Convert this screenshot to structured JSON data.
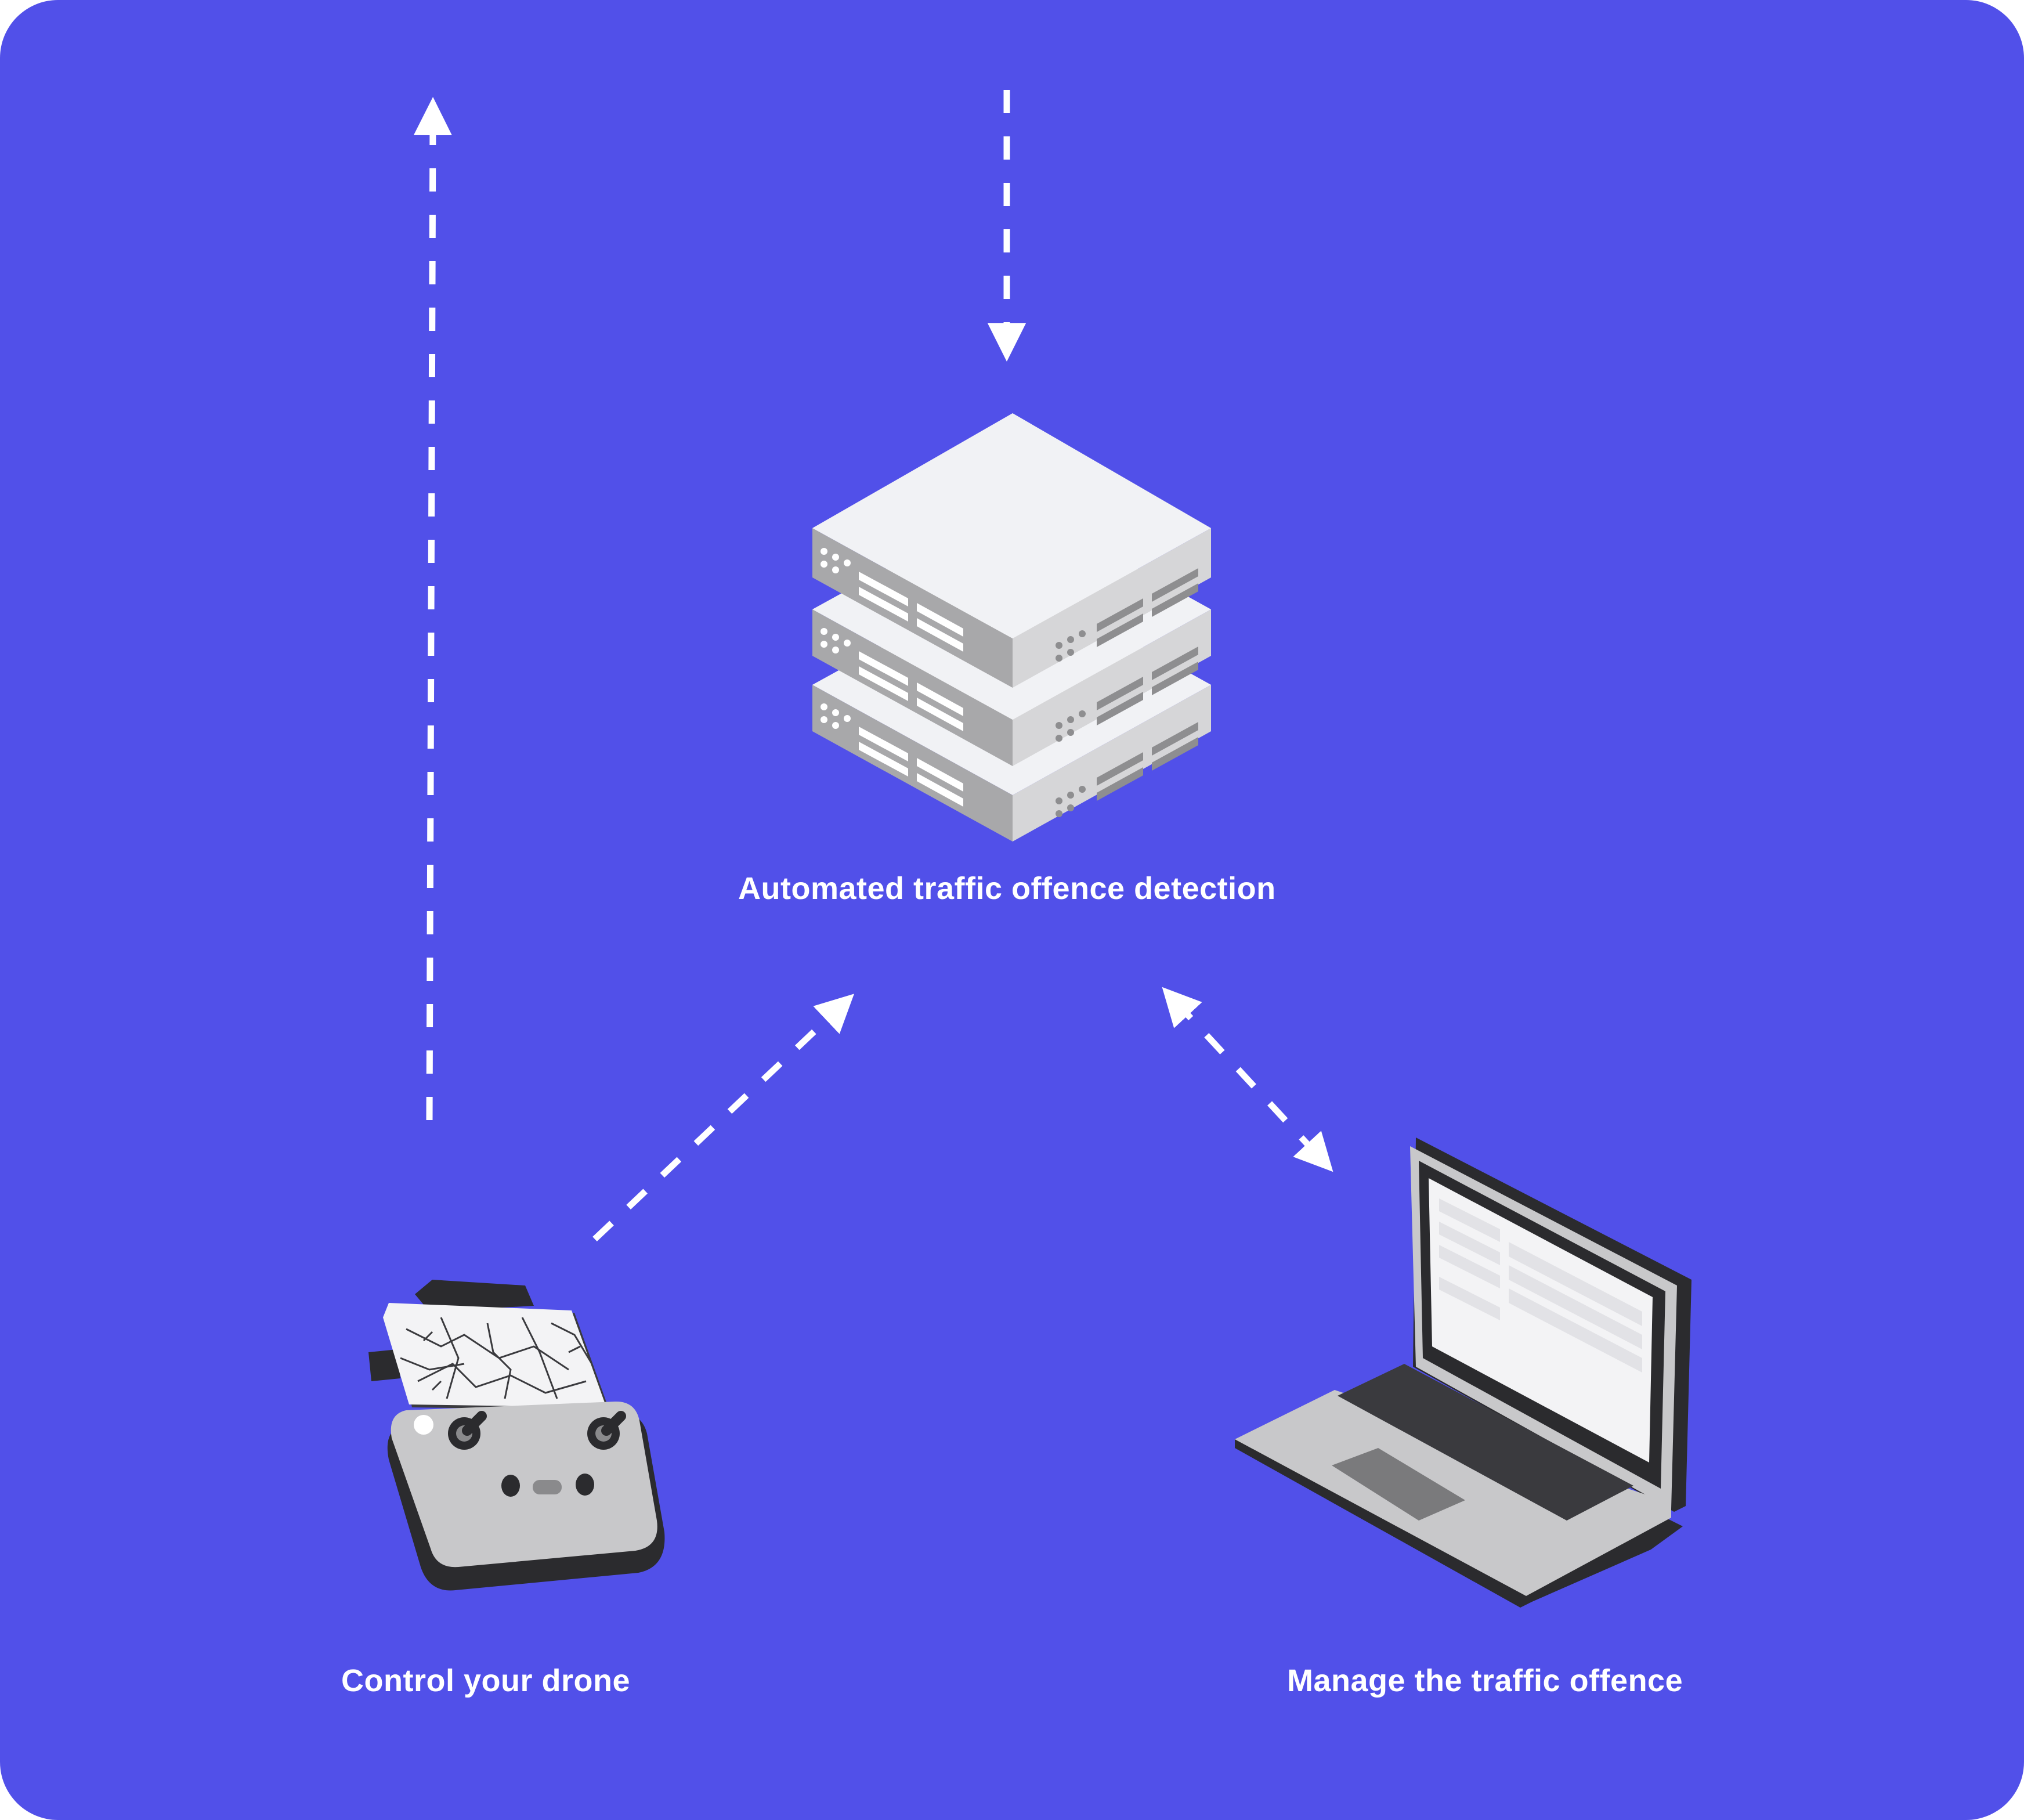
{
  "colors": {
    "background": "#5150E9",
    "arrow": "#FFFFFF",
    "label": "#FFFFFF",
    "server_light": "#F1F2F5",
    "server_mid": "#D2D2D4",
    "server_dark": "#A6A6A8",
    "device_dark": "#2B2B2E",
    "device_gray": "#C8C8CA"
  },
  "nodes": {
    "server": {
      "label": "Automated traffic offence detection",
      "icon": "server-stack-icon"
    },
    "drone_controller": {
      "label": "Control your drone",
      "icon": "drone-remote-controller-icon"
    },
    "laptop": {
      "label": "Manage the traffic offence",
      "icon": "laptop-icon"
    }
  },
  "edges": [
    {
      "from": "drone_controller",
      "to": "off-canvas-top",
      "style": "dashed",
      "direction": "single"
    },
    {
      "from": "off-canvas-top",
      "to": "server",
      "style": "dashed",
      "direction": "single"
    },
    {
      "from": "drone_controller",
      "to": "server",
      "style": "dashed",
      "direction": "single"
    },
    {
      "from": "server",
      "to": "laptop",
      "style": "dashed",
      "direction": "bidirectional"
    }
  ]
}
